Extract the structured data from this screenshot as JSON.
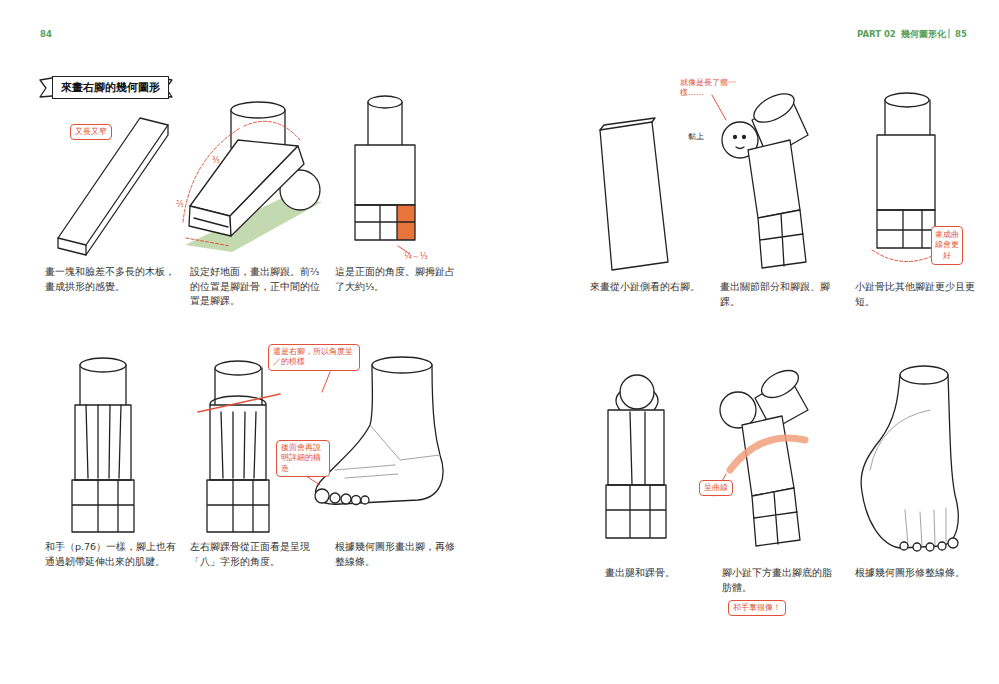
{
  "diagram": {
    "title": "來畫右腳的幾何圖形",
    "nodes": [
      {
        "text": [
          "又長又窄"
        ]
      },
      {
        "text": [
          "還是右腳，所以角度呈／的模樣"
        ]
      },
      {
        "text": [
          "後面會再說明詳細的構造"
        ]
      },
      {
        "text": [
          "畫成曲線會更好"
        ]
      },
      {
        "text": [
          "呈曲線"
        ]
      },
      {
        "text": [
          "和手掌很像！"
        ]
      }
    ],
    "labels": [
      "84",
      "PART 02",
      "幾何圖形化",
      "85",
      "畫一塊和臉差不多長的木板，畫成拱形的感覺。",
      "⅗",
      "⅖",
      "設定好地面，畫出腳跟。前⅔的位置是腳趾骨，正中間的位置是腳踝。",
      "這是正面的角度。腳拇趾占了大約⅓。",
      "¼～⅓",
      "和手（p.76）一樣，腳上也有通過韌帶延伸出來的肌腱。",
      "左右腳踝骨從正面看是呈現「八」字形的角度。",
      "根據幾何圖形畫出腳，再修整線條。",
      "就像是長了瘤一樣……",
      "黏上",
      "來畫從小趾側看的右腳。",
      "畫出關節部分和腳跟、腳踝。",
      "小趾骨比其他腳趾更少且更短。",
      "畫出腿和踝骨。",
      "腳小趾下方畫出腳底的脂肪體。",
      "根據幾何圖形修整線條。"
    ]
  }
}
